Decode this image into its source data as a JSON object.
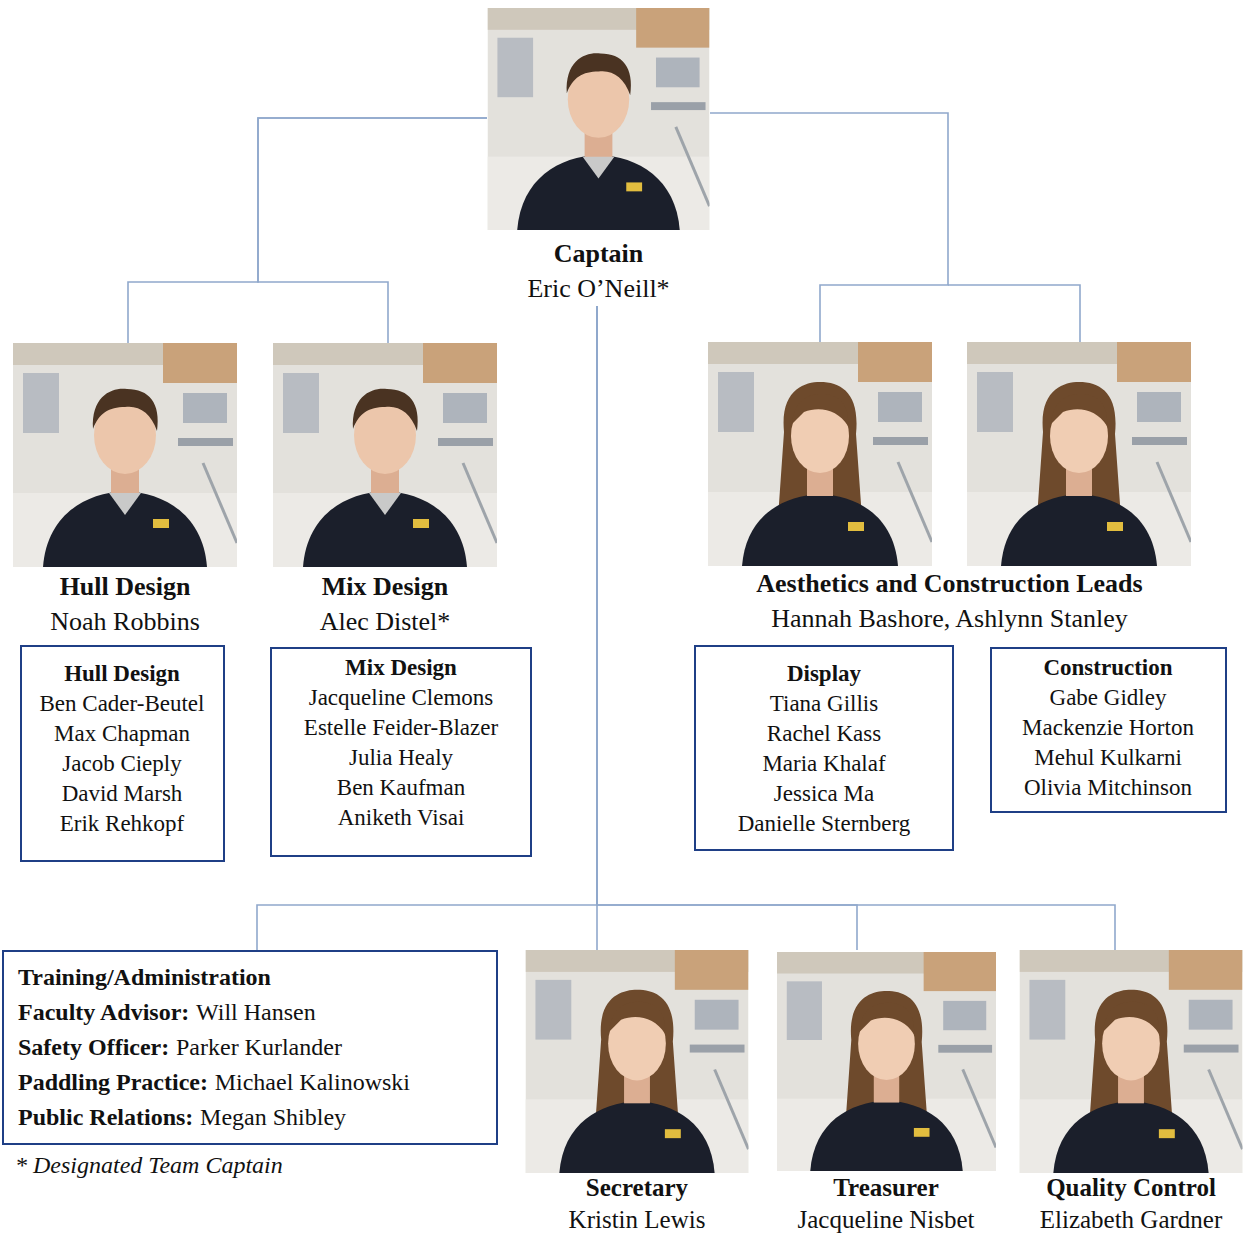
{
  "diagram": {
    "nodes": [
      {
        "text": [
          "Captain",
          "Eric O’Neill*"
        ]
      },
      {
        "text": [
          "Hull Design",
          "Noah Robbins"
        ]
      },
      {
        "text": [
          "Mix Design",
          "Alec Distel*"
        ]
      },
      {
        "text": [
          "Aesthetics and Construction Leads",
          "Hannah Bashore, Ashlynn Stanley"
        ]
      },
      {
        "text": [
          "Hull Design",
          "Ben Cader-Beutel",
          "Max Chapman",
          "Jacob Cieply",
          "David Marsh",
          "Erik Rehkopf"
        ]
      },
      {
        "text": [
          "Mix Design",
          "Jacqueline Clemons",
          "Estelle Feider-Blazer",
          "Julia Healy",
          "Ben Kaufman",
          "Aniketh Visai"
        ]
      },
      {
        "text": [
          "Display",
          "Tiana Gillis",
          "Rachel Kass",
          "Maria Khalaf",
          "Jessica Ma",
          "Danielle Sternberg"
        ]
      },
      {
        "text": [
          "Construction",
          "Gabe Gidley",
          "Mackenzie Horton",
          "Mehul Kulkarni",
          "Olivia Mitchinson"
        ]
      },
      {
        "text": [
          "Training/Administration",
          "Faculty Advisor:",
          "Will Hansen",
          "Safety Officer:",
          "Parker Kurlander",
          "Paddling Practice:",
          "Michael Kalinowski",
          "Public Relations:",
          "Megan Shibley"
        ]
      },
      {
        "text": [
          "Secretary",
          "Kristin Lewis"
        ]
      },
      {
        "text": [
          "Treasurer",
          "Jacqueline Nisbet"
        ]
      },
      {
        "text": [
          "Quality Control",
          "Elizabeth Gardner"
        ]
      }
    ],
    "edges": [
      {
        "from": 0,
        "to": 1,
        "arrow": "none"
      },
      {
        "from": 0,
        "to": 2,
        "arrow": "none"
      },
      {
        "from": 0,
        "to": 3,
        "arrow": "none"
      },
      {
        "from": 0,
        "to": 8,
        "arrow": "none"
      },
      {
        "from": 0,
        "to": 9,
        "arrow": "none"
      },
      {
        "from": 0,
        "to": 10,
        "arrow": "none"
      },
      {
        "from": 0,
        "to": 11,
        "arrow": "none"
      }
    ],
    "labels": [
      "* Designated Team Captain"
    ]
  }
}
